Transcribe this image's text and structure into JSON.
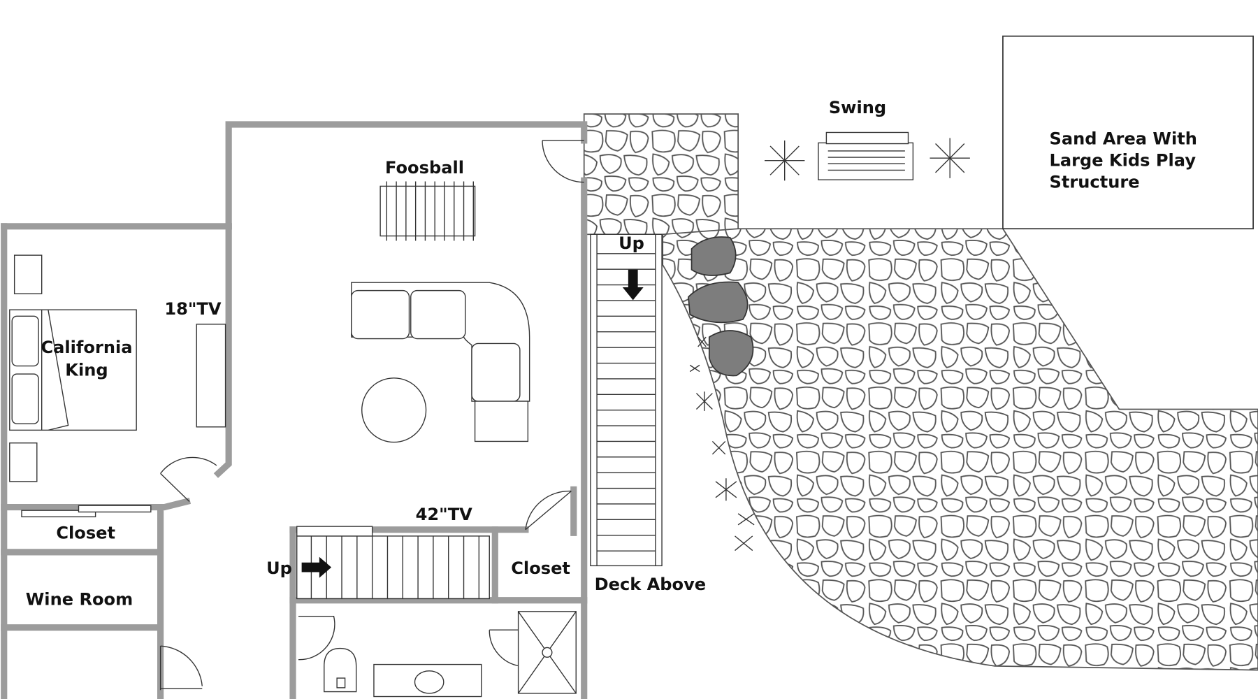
{
  "title": "Lower level floor plan",
  "labels": {
    "foosball": "Foosball",
    "tv18": "18\"TV",
    "california": "California",
    "king": "King",
    "closet_left": "Closet",
    "wine_room": "Wine Room",
    "tv42": "42\"TV",
    "up_stairs_bottom": "Up",
    "closet_right": "Closet",
    "up_stairs_deck": "Up",
    "deck_above": "Deck Above",
    "swing": "Swing",
    "sand1": "Sand Area With",
    "sand2": "Large Kids Play",
    "sand3": "Structure"
  },
  "colors": {
    "wall": "#9c9c9c",
    "line": "#333333",
    "boulder": "#7d7d7d"
  }
}
